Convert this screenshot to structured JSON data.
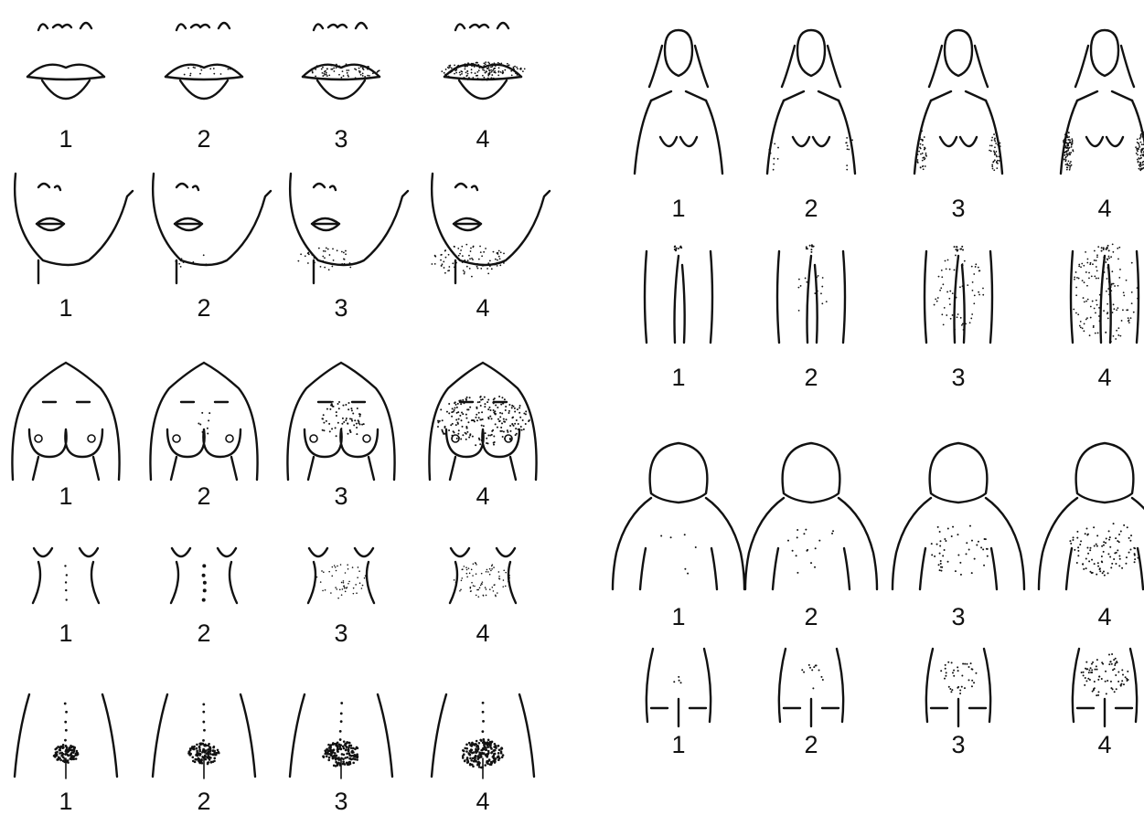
{
  "figure": {
    "left_panel": {
      "rows": [
        {
          "region": "upper-lip",
          "grades": [
            "1",
            "2",
            "3",
            "4"
          ]
        },
        {
          "region": "chin",
          "grades": [
            "1",
            "2",
            "3",
            "4"
          ]
        },
        {
          "region": "chest",
          "grades": [
            "1",
            "2",
            "3",
            "4"
          ]
        },
        {
          "region": "upper-abdomen",
          "grades": [
            "1",
            "2",
            "3",
            "4"
          ]
        },
        {
          "region": "lower-abdomen",
          "grades": [
            "1",
            "2",
            "3",
            "4"
          ]
        }
      ]
    },
    "right_panel": {
      "rows": [
        {
          "region": "arm",
          "grades": [
            "1",
            "2",
            "3",
            "4"
          ]
        },
        {
          "region": "thigh",
          "grades": [
            "1",
            "2",
            "3",
            "4"
          ]
        },
        {
          "region": "upper-back",
          "grades": [
            "1",
            "2",
            "3",
            "4"
          ]
        },
        {
          "region": "lower-back",
          "grades": [
            "1",
            "2",
            "3",
            "4"
          ]
        }
      ]
    }
  }
}
